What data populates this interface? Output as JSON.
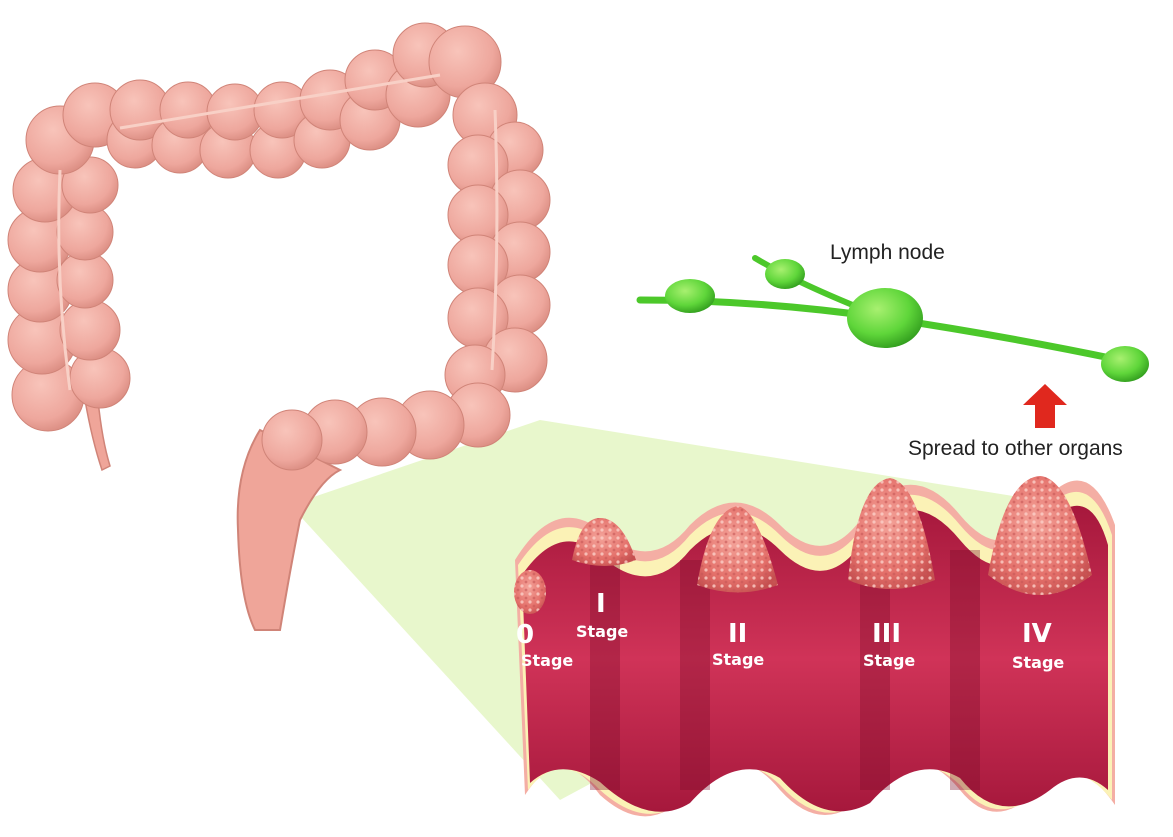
{
  "labels": {
    "lymph_node": "Lymph node",
    "spread": "Spread to other organs"
  },
  "stages": [
    {
      "num": "0",
      "word": "Stage"
    },
    {
      "num": "I",
      "word": "Stage"
    },
    {
      "num": "II",
      "word": "Stage"
    },
    {
      "num": "III",
      "word": "Stage"
    },
    {
      "num": "IV",
      "word": "Stage"
    }
  ],
  "colors": {
    "colon": "#f0aaa0",
    "colon_shadow": "#d98a80",
    "lymph": "#5fd63a",
    "arrow": "#e0281e",
    "zoom_cone": "#e4f5c4",
    "wall_outer": "#f6b0a6",
    "wall_fat": "#fbf3b8",
    "lumen": "#c2224a",
    "tumor": "#e4706a"
  }
}
